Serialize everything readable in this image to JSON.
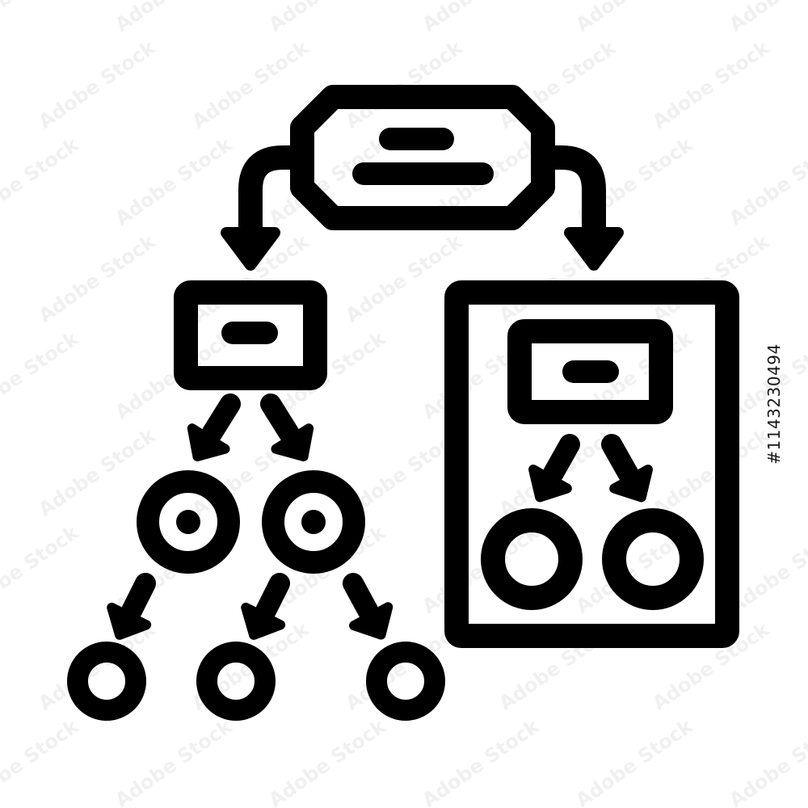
{
  "colors": {
    "stroke": "#000000",
    "fill_black": "#000000",
    "fill_white": "#ffffff",
    "background": "#ffffff"
  },
  "watermark": {
    "text": "Adobe Stock",
    "color": "#000000",
    "opacity": 0.06
  },
  "stock_id": "#1143230494",
  "icon": {
    "name": "hierarchical-classification-diagram-icon",
    "nodes": {
      "root": "root-node-with-two-lines",
      "left_branch": "small-node-box",
      "right_branch": "large-panel-with-node"
    }
  }
}
